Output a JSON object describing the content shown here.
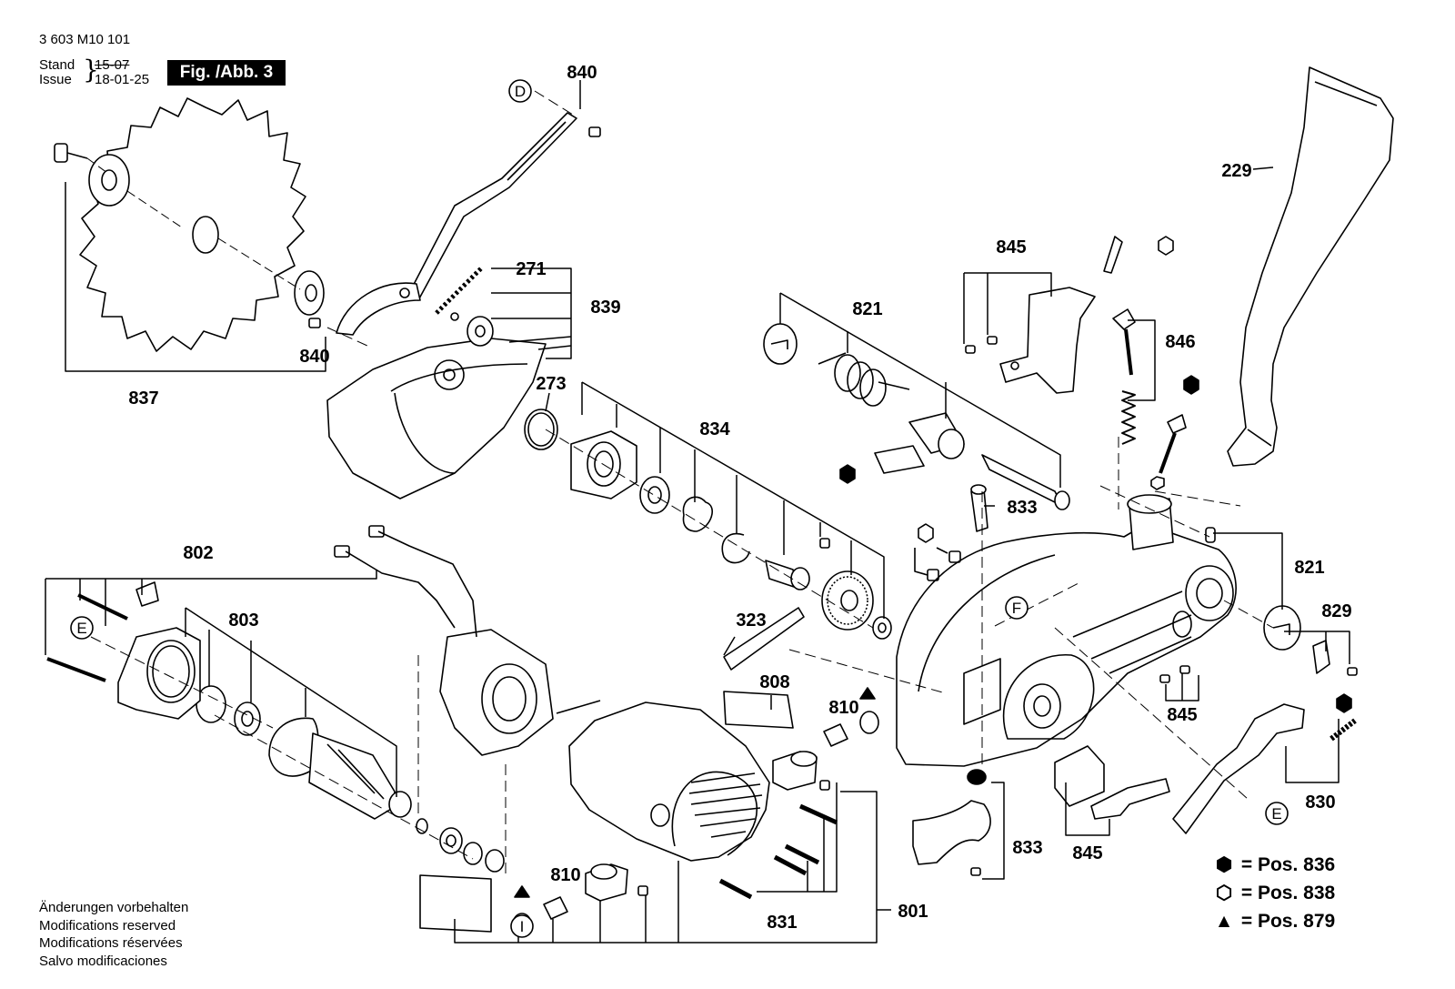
{
  "header": {
    "doc_number": "3 603 M10 101",
    "stand_label": "Stand",
    "issue_label": "Issue",
    "stand_date": "15-07",
    "issue_date": "18-01-25",
    "figure_label": "Fig. /Abb. 3"
  },
  "part_numbers": {
    "p840a": "840",
    "p840b": "840",
    "p837": "837",
    "p271": "271",
    "p839": "839",
    "p273": "273",
    "p834": "834",
    "p821a": "821",
    "p821b": "821",
    "p845a": "845",
    "p845b": "845",
    "p845c": "845",
    "p846": "846",
    "p229": "229",
    "p833a": "833",
    "p833b": "833",
    "p802": "802",
    "p803": "803",
    "p323": "323",
    "p808": "808",
    "p810a": "810",
    "p810b": "810",
    "p829": "829",
    "p830": "830",
    "p831": "831",
    "p801": "801"
  },
  "reference_letters": {
    "d": "D",
    "e_left": "E",
    "e_right": "E",
    "f": "F",
    "i": "I"
  },
  "notes": [
    "Änderungen vorbehalten",
    "Modifications reserved",
    "Modifications réservées",
    "Salvo modificaciones"
  ],
  "legend": [
    {
      "symbol": "⬢",
      "equals": "=",
      "text": "Pos. 836"
    },
    {
      "symbol": "⬡",
      "equals": "=",
      "text": "Pos. 838"
    },
    {
      "symbol": "▲",
      "equals": "=",
      "text": "Pos. 879"
    }
  ]
}
